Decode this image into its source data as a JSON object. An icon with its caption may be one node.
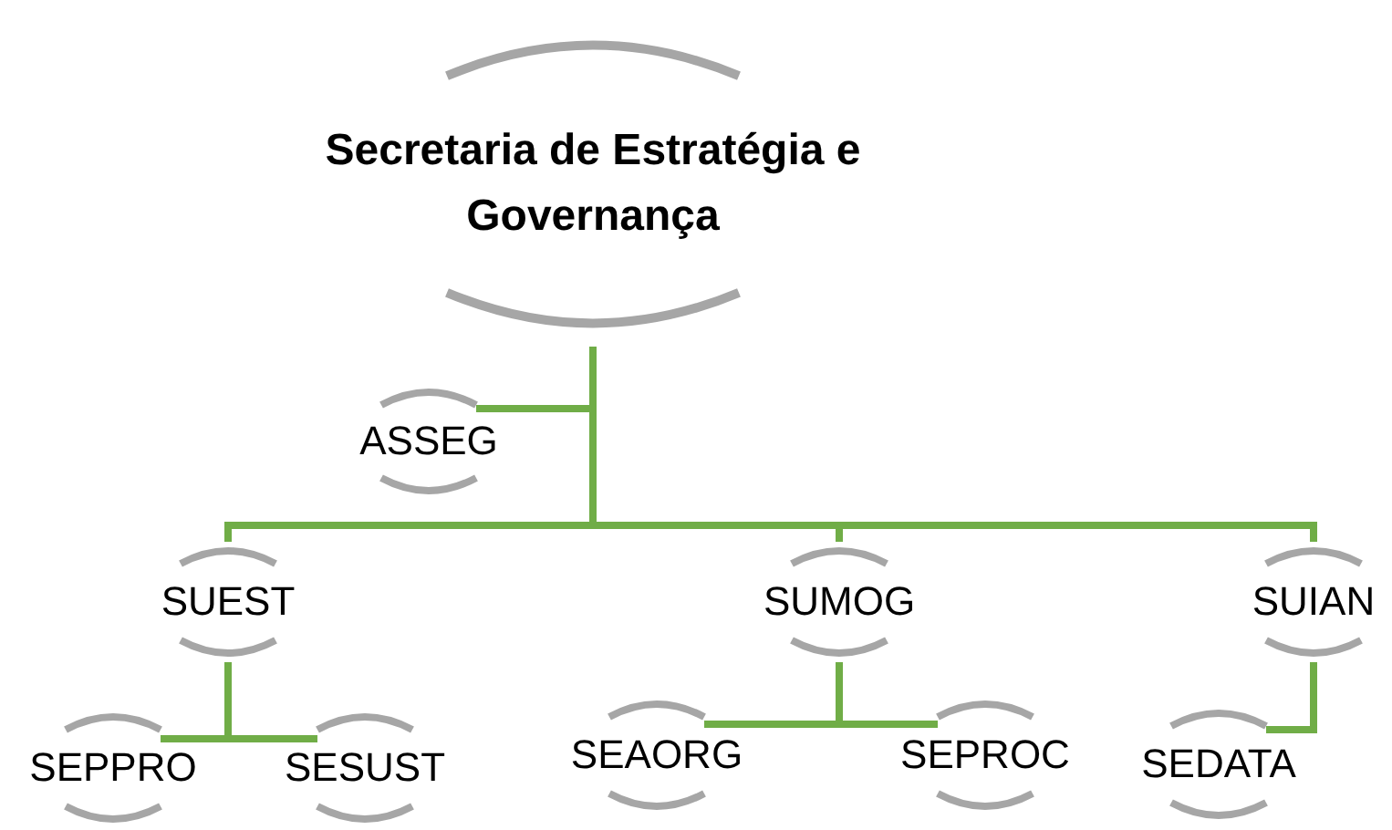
{
  "diagram": {
    "nodes": [
      {
        "text": [
          "Secretaria de Estratégia e Governança"
        ]
      },
      {
        "text": [
          "ASSEG"
        ]
      },
      {
        "text": [
          "SUEST"
        ]
      },
      {
        "text": [
          "SUMOG"
        ]
      },
      {
        "text": [
          "SUIAN"
        ]
      },
      {
        "text": [
          "SEPPRO"
        ]
      },
      {
        "text": [
          "SESUST"
        ]
      },
      {
        "text": [
          "SEAORG"
        ]
      },
      {
        "text": [
          "SEPROC"
        ]
      },
      {
        "text": [
          "SEDATA"
        ]
      }
    ],
    "edges": [
      {
        "from": 0,
        "to": 1,
        "arrow": "none"
      },
      {
        "from": 0,
        "to": 2,
        "arrow": "none"
      },
      {
        "from": 0,
        "to": 3,
        "arrow": "none"
      },
      {
        "from": 0,
        "to": 4,
        "arrow": "none"
      },
      {
        "from": 2,
        "to": 5,
        "arrow": "none"
      },
      {
        "from": 2,
        "to": 6,
        "arrow": "none"
      },
      {
        "from": 3,
        "to": 7,
        "arrow": "none"
      },
      {
        "from": 3,
        "to": 8,
        "arrow": "none"
      },
      {
        "from": 4,
        "to": 9,
        "arrow": "none"
      }
    ]
  }
}
